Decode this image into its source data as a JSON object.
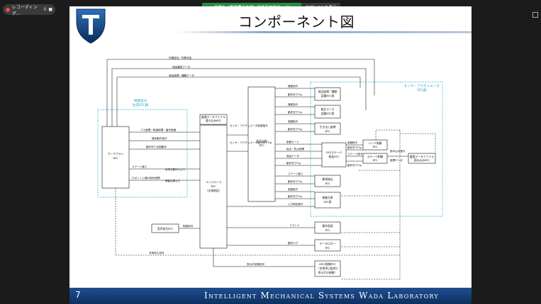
{
  "recording": {
    "label": "レコーディング...",
    "pause": "II",
    "stop": "■"
  },
  "share_banner": {
    "message": "画面を（東京農工大学）で共有中です",
    "options_label": "オプションを表示"
  },
  "slide": {
    "title": "コンポーネント図",
    "page_number": "7",
    "footer_text": "Intelligent Mechanical Systems   Wada Laboratory"
  },
  "diagram": {
    "boxes": {
      "workplan": [
        "ワークプラン",
        "RTC"
      ],
      "controller": [
        "コントローラ",
        "RTC",
        "（全体統括）"
      ],
      "signal": [
        "信号分配",
        "RTC"
      ],
      "cam_large": [
        "商品座標／種類",
        "認識RTC群"
      ],
      "marker": [
        "商品マーカ",
        "認識RTC群"
      ],
      "drawer": [
        "引き出し座標",
        "RTC"
      ],
      "xyz": [
        "XYZステージ",
        "統括RTC"
      ],
      "hand": [
        "ハンド制御",
        "RTC"
      ],
      "stage": [
        "ステージ制御",
        "RTC"
      ],
      "history": [
        "履歴データファイル",
        "読み込みRTC"
      ],
      "abnormal": [
        "異常検出",
        "RTC"
      ],
      "move": [
        "移動台車",
        "RTC群"
      ],
      "voice": [
        "音声発生RTC"
      ],
      "operation": [
        "操作画面",
        "RTC"
      ],
      "logger": [
        "データロガー",
        "RTC"
      ],
      "gpio": [
        "GPIO制御RTC",
        "（非常停止監視と",
        "表示灯の制御）"
      ],
      "coord_file": [
        "座標データファイル",
        "書き込みRTC"
      ]
    },
    "groups": {
      "left": [
        "制御指令",
        "生成RTC群"
      ],
      "right": [
        "センサ・アクチュエータ",
        "RTC群"
      ]
    },
    "labels": {
      "l1": "作業成功／失敗判定",
      "l2": "商品識別データ",
      "l3": "商品座標／種類データ",
      "l4": "パス座標／軌道時間・番号速度",
      "l5": "操作動作指令",
      "l6": "動作完了合図要求",
      "l7": "ステージ速さ",
      "l8": "信号分配RTCより",
      "l9": "ロボットと棚の相対座標",
      "l10": "移動台車より",
      "l11": "センサ・アクチュエータ制御指令",
      "l12": "センサ・アクチュエータ動作完了Flg",
      "r1": "撮影指令",
      "r2": "動作完了Flg",
      "r3": "撮影指令",
      "r4": "動作完了Flg",
      "r5": "制御指令",
      "r6": "動作完了Flg",
      "r7": "制御モード",
      "r8": "始点・終点座標",
      "r9": "商品データ",
      "r10": "動作完了Flg",
      "r11": "ステージ速さ",
      "r12": "動作完了Flg",
      "r13": "制御指令",
      "r14": "動作完了Flg",
      "r15": "入力時刻指令",
      "r16": "制御指令",
      "r17": "動作完了Flg",
      "r18": "ステージ指令",
      "r19": "動作完了Flg",
      "r20": "読み込み指令",
      "r21": "座標データ",
      "b1": "制御信号",
      "b2": "コマンド",
      "b3": "動作ログ",
      "b4": "非常停止信号",
      "b5": "表示灯制御信号"
    }
  }
}
